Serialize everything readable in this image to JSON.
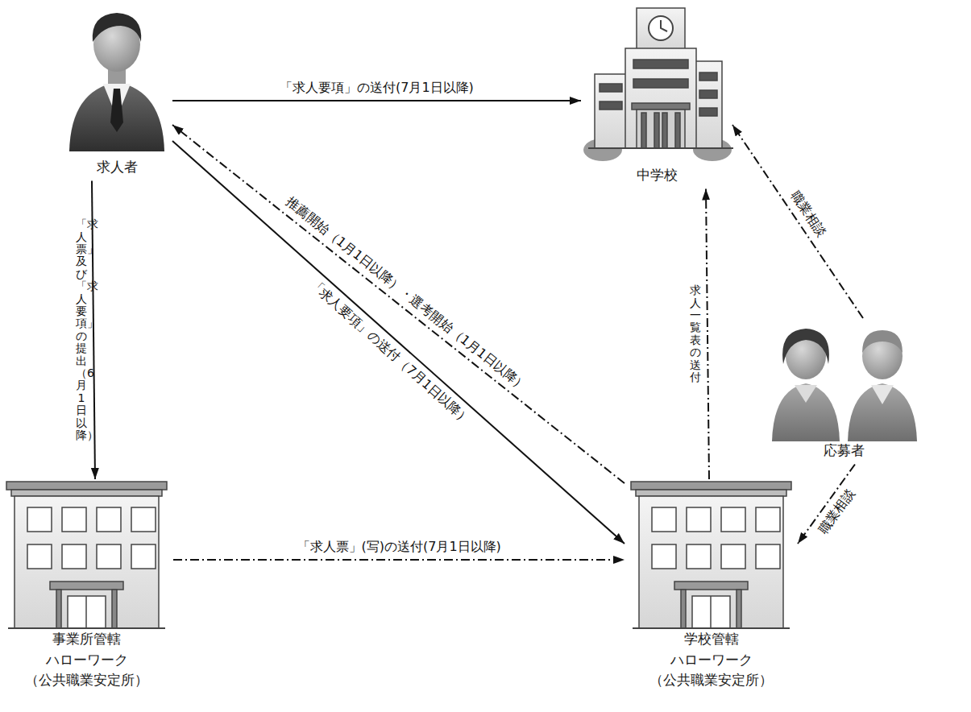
{
  "diagram": {
    "nodes": [
      {
        "text": [
          "求人者"
        ]
      },
      {
        "text": [
          "中学校"
        ]
      },
      {
        "text": [
          "応募者"
        ]
      },
      {
        "text": [
          "事業所管轄 ハローワーク （公共職業安定所）"
        ]
      },
      {
        "text": [
          "学校管轄 ハローワーク （公共職業安定所）"
        ]
      }
    ],
    "edges": [
      {
        "from": 0,
        "to": 1,
        "arrow": "to",
        "label": "「求人要項」の送付(7月1日以降)"
      },
      {
        "from": 0,
        "to": 3,
        "arrow": "to",
        "label": "「求人票」及び「求人要項」の提出（6月1日以降）"
      },
      {
        "from": 0,
        "to": 4,
        "arrow": "to",
        "label": "「求人要項」の送付（7月1日以降）"
      },
      {
        "from": 4,
        "to": 0,
        "arrow": "to",
        "label": "推薦開始（1月1日以降）・選考開始（1月1日以降）"
      },
      {
        "from": 3,
        "to": 4,
        "arrow": "to",
        "label": "「求人票」(写)の送付(7月1日以降)"
      },
      {
        "from": 4,
        "to": 1,
        "arrow": "to",
        "label": "求人一覧表の送付"
      },
      {
        "from": 2,
        "to": 1,
        "arrow": "to",
        "label": "職業相談"
      },
      {
        "from": 2,
        "to": 4,
        "arrow": "to",
        "label": "職業相談"
      }
    ]
  }
}
